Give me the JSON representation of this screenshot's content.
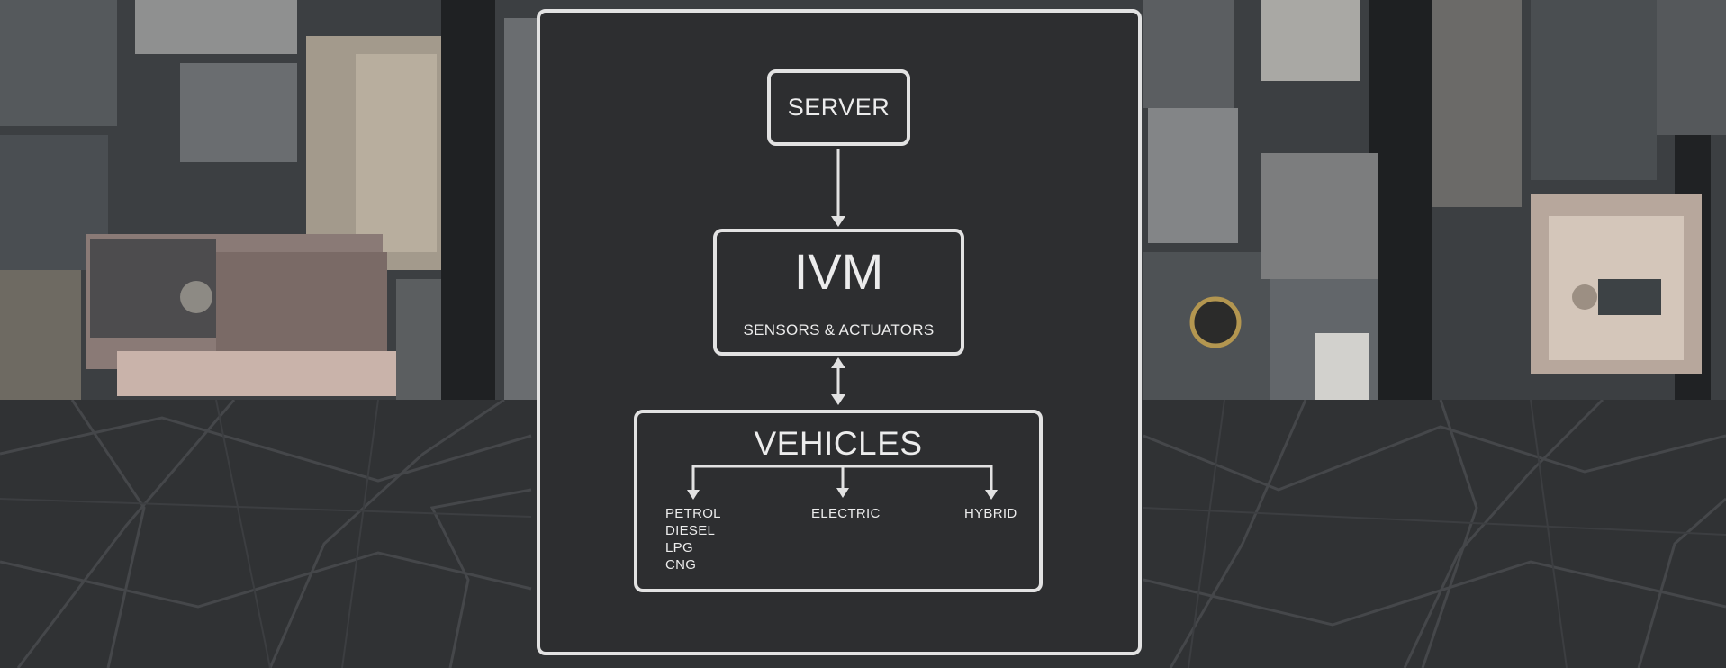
{
  "colors": {
    "card_bg": "#2d2e30",
    "stroke": "#e2e2e2",
    "text": "#ececec",
    "map_bg": "#303234",
    "map_lines": "#45474a"
  },
  "diagram": {
    "server": {
      "label": "SERVER"
    },
    "ivm": {
      "label": "IVM",
      "sublabel": "SENSORS & ACTUATORS"
    },
    "vehicles": {
      "label": "VEHICLES",
      "types": {
        "fuel": [
          "PETROL",
          "DIESEL",
          "LPG",
          "CNG"
        ],
        "electric": "ELECTRIC",
        "hybrid": "HYBRID"
      }
    },
    "connections": [
      {
        "from": "SERVER",
        "to": "IVM",
        "direction": "one-way"
      },
      {
        "from": "IVM",
        "to": "VEHICLES",
        "direction": "two-way"
      }
    ]
  }
}
